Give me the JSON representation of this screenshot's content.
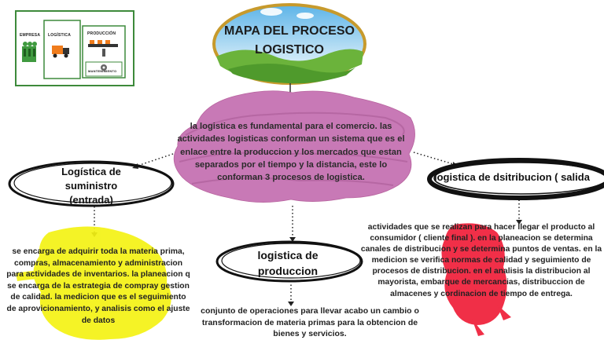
{
  "diagram": {
    "title": "MAPA DEL PROCESO LOGISTICO",
    "center_text": "la logistica es fundamental para el comercio. las actividades logisticas conforman un sistema que es el enlace entre la produccion y los mercados que estan separados por el tiempo y la distancia, este lo conforman 3 procesos de logistica.",
    "supply": {
      "title": "Logística de suministro (entrada)",
      "description": "se encarga de adquirir toda la materia prima, compras, almacenamiento y administracion para actividades de inventarios. la planeacion q se encarga de la estrategia de compray gestion de calidad. la medicion que es el seguimiento de aprovicionamiento, y analisis como el ajuste de datos"
    },
    "production": {
      "title": "logistica de produccion",
      "description": "conjunto de operaciones para llevar  acabo un cambio o transformacion de materia primas  para la obtencion de bienes y servicios."
    },
    "distribution": {
      "title": "logistica de dsitribucion ( salida",
      "description": "actividades que se realizan para hacer llegar el producto al consumidor ( cliente final ). en la planeacion se determina canales de distribucion y se determina puntos de ventas. en la medicion se verifica normas de calidad y seguimiento de procesos de distribucion. en el analisis la distribucion al mayorista, embarque de mercancias, distribuccion de almacenes y cordinacion de tiempo de entrega."
    },
    "legend_image": {
      "labels": [
        "EMPRESA",
        "LOGÍSTICA",
        "PRODUCCIÓN",
        "MANTENIMIENTO"
      ]
    },
    "colors": {
      "blob_pink": "#c879b6",
      "highlight_yellow": "#f4f214",
      "highlight_red": "#f0243e",
      "frame_green": "#3d8a3b",
      "title_border": "#c79a2c"
    }
  }
}
